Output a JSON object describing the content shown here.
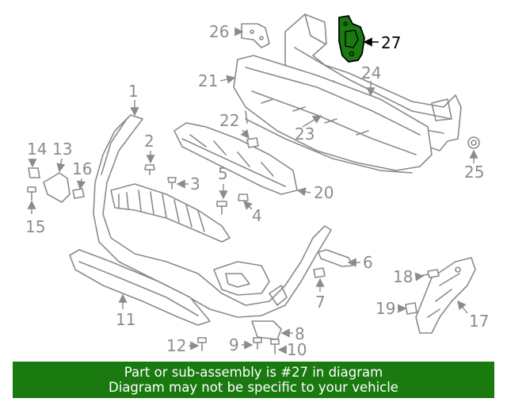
{
  "diagram": {
    "highlight_color": "#1a7a10",
    "highlighted_part": "27",
    "callouts": [
      "1",
      "2",
      "3",
      "4",
      "5",
      "6",
      "7",
      "8",
      "9",
      "10",
      "11",
      "12",
      "13",
      "14",
      "15",
      "16",
      "17",
      "18",
      "19",
      "20",
      "21",
      "22",
      "23",
      "24",
      "25",
      "26",
      "27"
    ]
  },
  "banner": {
    "background": "#1a7a10",
    "line1": "Part or sub-assembly is #27 in diagram",
    "line2": "Diagram may not be specific to your vehicle"
  }
}
